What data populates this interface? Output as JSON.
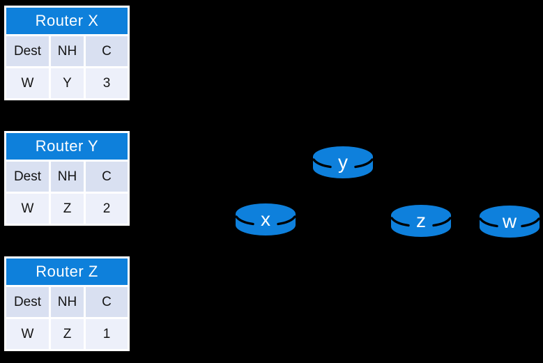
{
  "colors": {
    "background": "#000000",
    "accent_blue": "#0E80DB",
    "disk_blue": "#0E80DC",
    "header_row_bg": "#D9E0F1",
    "data_row_bg": "#EDF0FA",
    "table_border": "#FFFFFF",
    "table_text": "#141414",
    "title_text": "#FFFFFF",
    "node_label_text": "#FFFFFF"
  },
  "tables": [
    {
      "title": "Router X",
      "headers": [
        "Dest",
        "NH",
        "C"
      ],
      "rows": [
        [
          "W",
          "Y",
          "3"
        ]
      ]
    },
    {
      "title": "Router Y",
      "headers": [
        "Dest",
        "NH",
        "C"
      ],
      "rows": [
        [
          "W",
          "Z",
          "2"
        ]
      ]
    },
    {
      "title": "Router Z",
      "headers": [
        "Dest",
        "NH",
        "C"
      ],
      "rows": [
        [
          "W",
          "Z",
          "1"
        ]
      ]
    }
  ],
  "topology": {
    "nodes": [
      {
        "id": "y",
        "label": "y"
      },
      {
        "id": "x",
        "label": "x"
      },
      {
        "id": "z",
        "label": "z"
      },
      {
        "id": "w",
        "label": "w"
      }
    ]
  }
}
